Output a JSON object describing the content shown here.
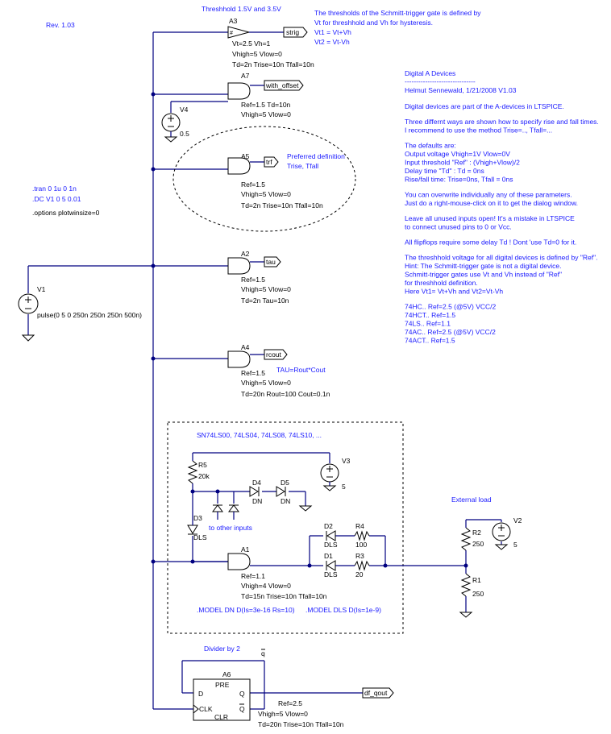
{
  "revision": "Rev. 1.03",
  "sim": {
    "tran": ".tran 0 1u 0 1n",
    "dc": ".DC V1 0 5 0.01",
    "options": ".options plotwinsize=0"
  },
  "v1": {
    "name": "V1",
    "value": "pulse(0 5 0 250n 250n 250n 500n)"
  },
  "a3": {
    "header": "Threshhold 1.5V and 3.5V",
    "name": "A3",
    "label": "strig",
    "p1": "Vt=2.5 Vh=1",
    "p2": "Vhigh=5  Vlow=0",
    "p3": "Td=2n  Trise=10n  Tfall=10n"
  },
  "a7": {
    "name": "A7",
    "label": "with_offset",
    "p1": "Ref=1.5 Td=10n",
    "p2": "Vhigh=5 Vlow=0"
  },
  "v4": {
    "name": "V4",
    "value": "0.5"
  },
  "a5": {
    "name": "A5",
    "label": "trf",
    "note1": "Preferred definition",
    "note2": "Trise, Tfall",
    "p1": "Ref=1.5",
    "p2": "Vhigh=5 Vlow=0",
    "p3": "Td=2n  Trise=10n Tfall=10n"
  },
  "a2": {
    "name": "A2",
    "label": "tau",
    "p1": "Ref=1.5",
    "p2": "Vhigh=5 Vlow=0",
    "p3": "Td=2n Tau=10n"
  },
  "a4": {
    "name": "A4",
    "label": "rcout",
    "note": "TAU=Rout*Cout",
    "p1": "Ref=1.5",
    "p2": "Vhigh=5 Vlow=0",
    "p3": "Td=20n Rout=100 Cout=0.1n"
  },
  "ls": {
    "title": "SN74LS00, 74LS04, 74LS08, 74LS10, ...",
    "r5": "R5",
    "r5v": "20k",
    "v3": "V3",
    "v3v": "5",
    "d4": "D4",
    "d4m": "DN",
    "d5": "D5",
    "d5m": "DN",
    "d3": "D3",
    "d3m": "DLS",
    "other": "to other inputs",
    "d2": "D2",
    "d2m": "DLS",
    "r4": "R4",
    "r4v": "100",
    "d1": "D1",
    "d1m": "DLS",
    "r3": "R3",
    "r3v": "20",
    "a1": "A1",
    "a1p1": "Ref=1.1",
    "a1p2": "Vhigh=4 Vlow=0",
    "a1p3": "Td=15n Trise=10n Tfall=10n",
    "model1": ".MODEL DN D(Is=3e-16 Rs=10)",
    "model2": ".MODEL DLS D(Is=1e-9)"
  },
  "ext": {
    "title": "External load",
    "r2": "R2",
    "r2v": "250",
    "v2": "V2",
    "v2v": "5",
    "r1": "R1",
    "r1v": "250"
  },
  "div": {
    "title": "Divider by 2",
    "qbar": "q",
    "a6": "A6",
    "pre": "PRE",
    "d": "D",
    "q": "Q",
    "clk": "CLK",
    "qn": "Q",
    "clr": "CLR",
    "label": "df_qout",
    "p1": "Ref=2.5",
    "p2": "Vhigh=5 Vlow=0",
    "p3": "Td=20n  Trise=10n Tfall=10n"
  },
  "notes": {
    "l1": "The thresholds of the Schmitt-trigger gate is defined by",
    "l2": "Vt for threshhold and Vh for hysteresis.",
    "l3": "Vt1 = Vt+Vh",
    "l4": "Vt2 = Vt-Vh"
  },
  "info": {
    "title": "Digital A Devices",
    "rule": "-------------------------------",
    "author": "Helmut Sennewald, 1/21/2008   V1.03",
    "lines": [
      "Digital devices are part of the A-devices in LTSPICE.",
      "",
      "Three differnt ways are shown how to specify rise and fall times.",
      "I recommend to use the method Trise=.., Tfall=...",
      "",
      "The defaults are:",
      "Output voltage  Vhigh=1V Vlow=0V",
      "Input threshold  \"Ref\" :   (Vhigh+Vlow)/2",
      "Delay time \"Td\" : Td = 0ns",
      "Rise/fall time: Trise=0ns, Tfall = 0ns",
      "",
      "You can overwrite individually any of these parameters.",
      "Just do a right-mouse-click on it to get the dialog window.",
      "",
      "Leave all unused inputs open! It's a mistake in LTSPICE",
      "to connect unused pins to 0 or Vcc.",
      "",
      "All flipflops require some delay Td ! Dont 'use Td=0 for it.",
      "",
      "The threshhold voltage for all digital devices is defined by \"Ref\".",
      "Hint: The Schmitt-trigger gate is not a digital device.",
      "Schmitt-trigger gates use Vt and Vh instead of \"Ref\"",
      "for threshhold definition.",
      "Here Vt1= Vt+Vh    and   Vt2=Vt-Vh",
      "",
      "74HC..    Ref=2.5 (@5V)    VCC/2",
      "74HCT..   Ref=1.5",
      "74LS..    Ref=1.1",
      "74AC..    Ref=2.5 (@5V)    VCC/2",
      "74ACT..   Ref=1.5"
    ]
  }
}
